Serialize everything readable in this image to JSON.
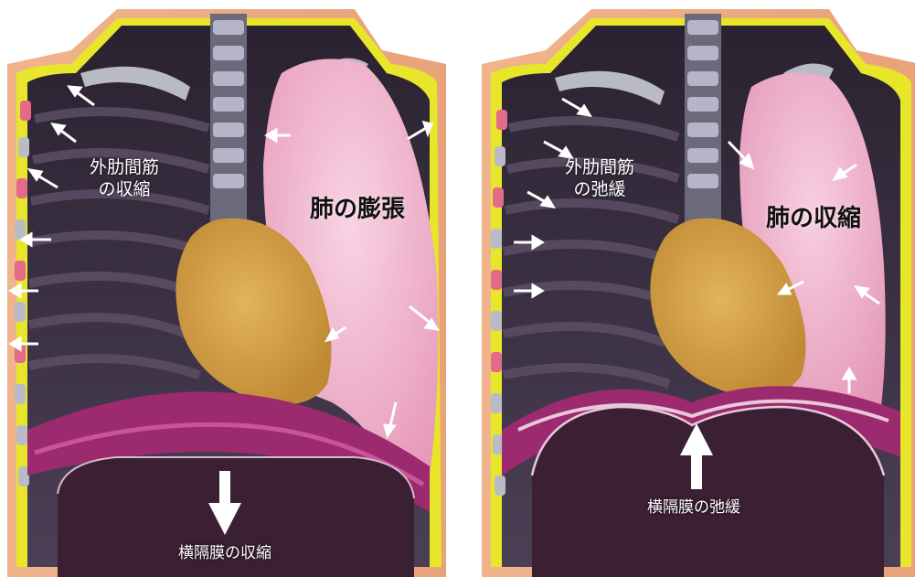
{
  "panels": {
    "left": {
      "muscle_label": "外肋間筋\nの収縮",
      "lung_label": "肺の膨張",
      "diaphragm_label": "横隔膜の収縮"
    },
    "right": {
      "muscle_label": "外肋間筋\nの弛緩",
      "lung_label": "肺の収縮",
      "diaphragm_label": "横隔膜の弛緩"
    }
  },
  "colors": {
    "skin": "#f0b48c",
    "yellow_outline": "#e8e62a",
    "chest_cavity": "#3a2f3f",
    "lung_pink": "#f1a9c8",
    "heart_gold": "#d4a04a",
    "diaphragm_magenta": "#9b2a6e",
    "abdomen_dark": "#3b1f33",
    "spine": "#9a9aa8"
  }
}
